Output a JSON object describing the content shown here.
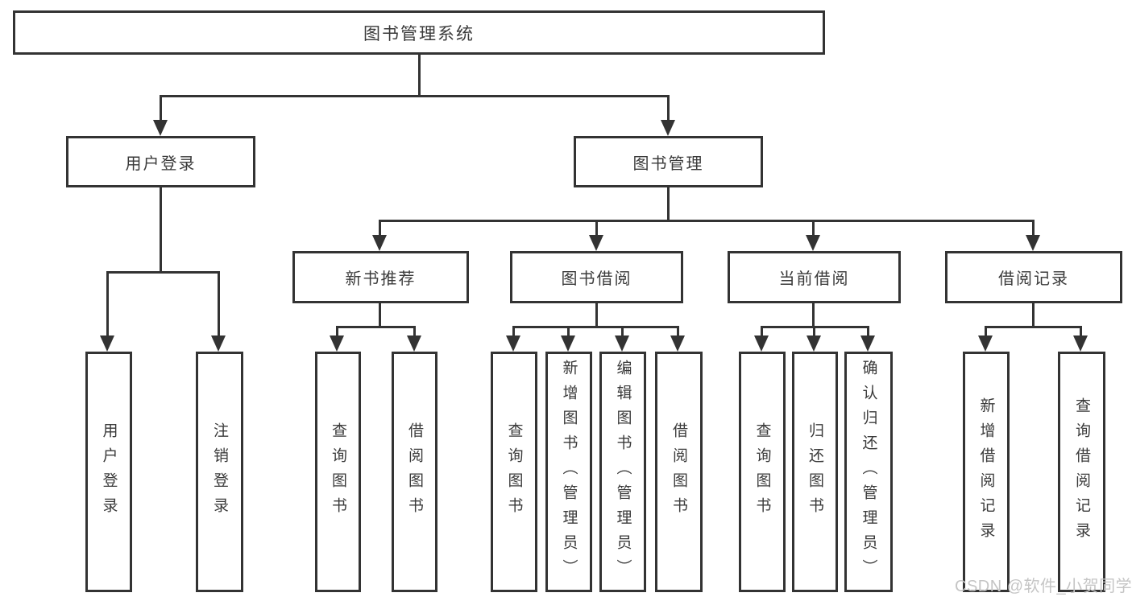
{
  "diagram": {
    "root": "图书管理系统",
    "children": [
      {
        "label": "用户登录",
        "children": [
          "用户登录",
          "注销登录"
        ]
      },
      {
        "label": "图书管理",
        "children": [
          {
            "label": "新书推荐",
            "children": [
              "查询图书",
              "借阅图书"
            ]
          },
          {
            "label": "图书借阅",
            "children": [
              "查询图书",
              "新增图书（管理员）",
              "编辑图书（管理员）",
              "借阅图书"
            ]
          },
          {
            "label": "当前借阅",
            "children": [
              "查询图书",
              "归还图书",
              "确认归还（管理员）"
            ]
          },
          {
            "label": "借阅记录",
            "children": [
              "新增借阅记录",
              "查询借阅记录"
            ]
          }
        ]
      }
    ]
  },
  "watermark": "CSDN @软件_小贺同学",
  "colors": {
    "line": "#333333",
    "box_background": "#ffffff",
    "watermark_text": "#c5c5c5"
  }
}
